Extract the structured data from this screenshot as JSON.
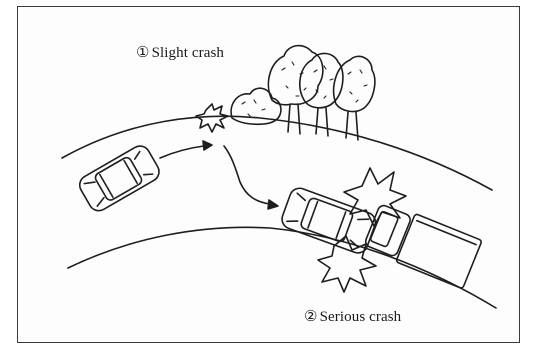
{
  "labels": {
    "slight": {
      "marker": "①",
      "text": "Slight crash"
    },
    "serious": {
      "marker": "②",
      "text": "Serious crash"
    }
  },
  "colors": {
    "line": "#1e1e1e",
    "background": "#ffffff"
  }
}
